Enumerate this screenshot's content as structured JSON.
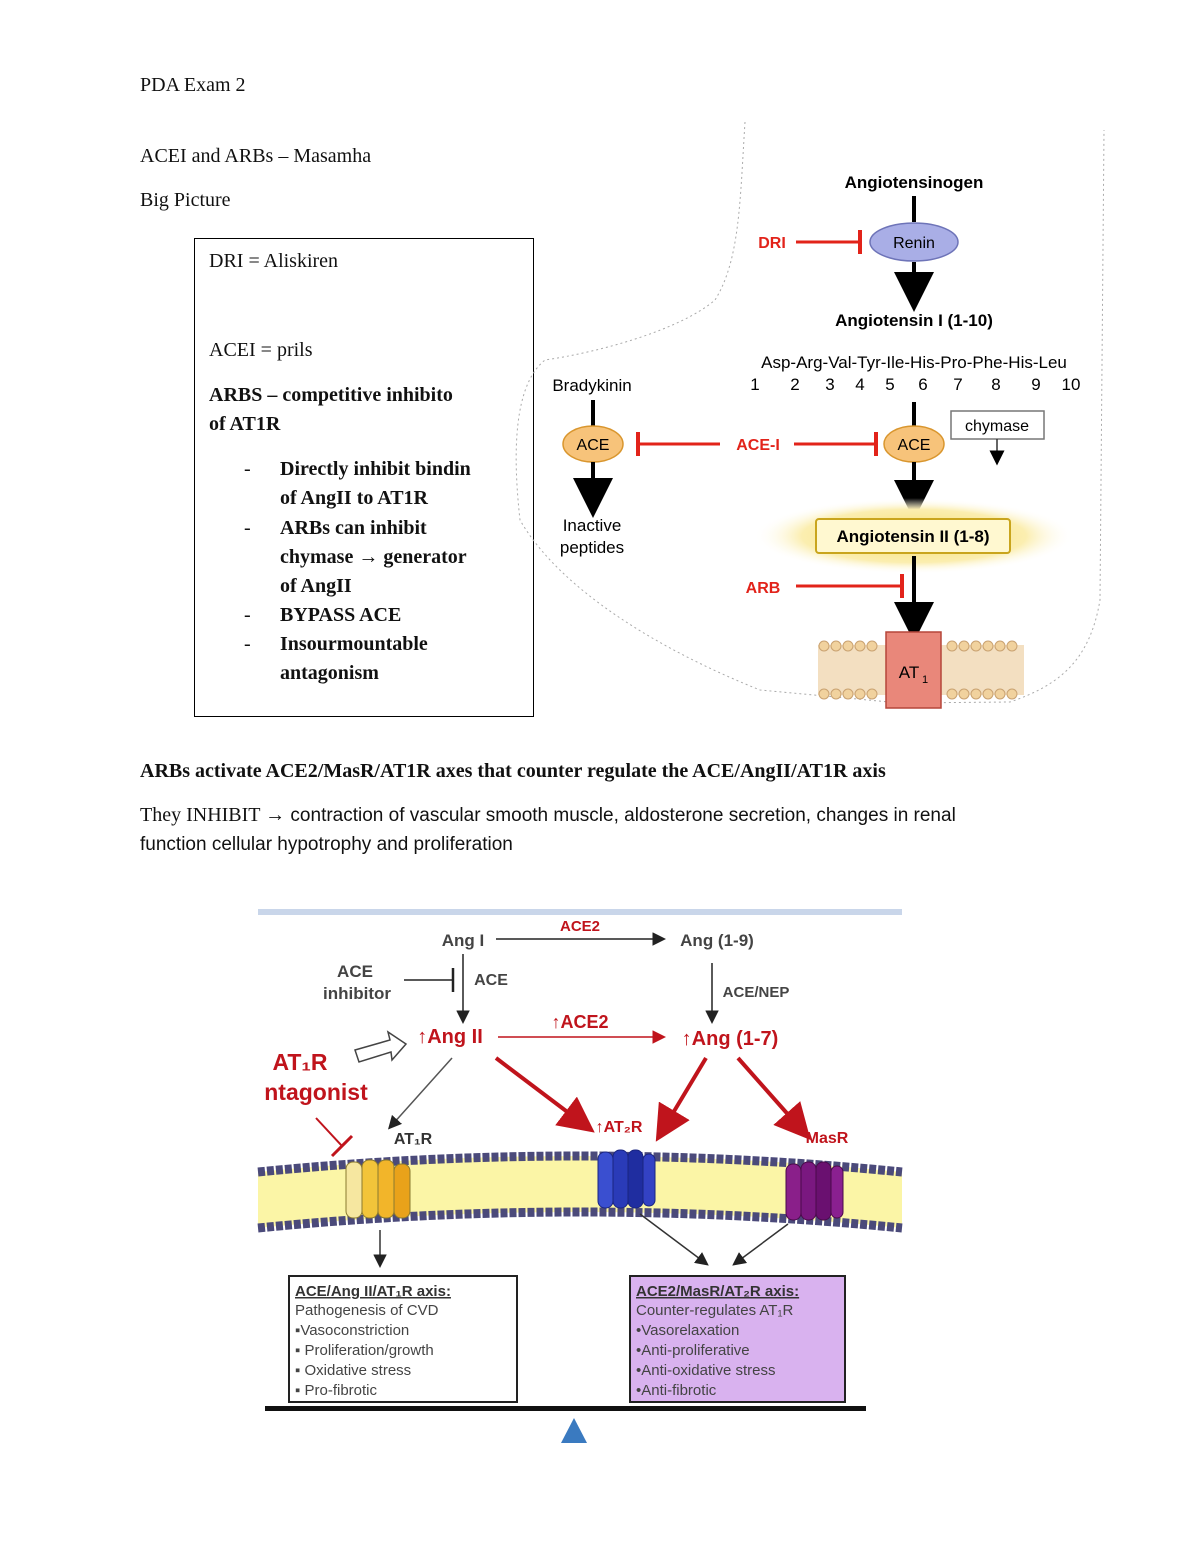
{
  "header": {
    "title": "PDA Exam 2",
    "topic": "ACEI and ARBs – Masamha",
    "section": "Big Picture"
  },
  "notes_box": {
    "dri": "DRI = Aliskiren",
    "acei": "ACEI = prils",
    "arbs_line1": "ARBS – competitive inhibito",
    "arbs_line2": "of AT1R",
    "bullets": [
      {
        "l1": "Directly inhibit bindin",
        "l2": "of AngII to AT1R"
      },
      {
        "l1": "ARBs can inhibit",
        "l2": "chymase → generator",
        "l3": "of AngII"
      },
      {
        "l1": "BYPASS ACE"
      },
      {
        "l1": "Insourmountable",
        "l2": "antagonism"
      }
    ],
    "dash": "-"
  },
  "diagram1": {
    "angiotensinogen": "Angiotensinogen",
    "renin": "Renin",
    "dri": "DRI",
    "angiotensin1": "Angiotensin I (1-10)",
    "sequence": "Asp-Arg-Val-Tyr-Ile-His-Pro-Phe-His-Leu",
    "positions": [
      "1",
      "2",
      "3",
      "4",
      "5",
      "6",
      "7",
      "8",
      "9",
      "10"
    ],
    "chymase": "chymase",
    "bradykinin": "Bradykinin",
    "ace": "ACE",
    "ace_i": "ACE-I",
    "inactive1": "Inactive",
    "inactive2": "peptides",
    "angiotensin2": "Angiotensin II (1-8)",
    "arb": "ARB",
    "at1": "AT",
    "at1_sub": "1"
  },
  "statement": "ARBs activate ACE2/MasR/AT1R axes that counter regulate the ACE/AngII/AT1R axis",
  "inhibit_prefix": "They INHIBIT →",
  "inhibit_rest": " contraction of vascular smooth muscle, aldosterone secretion, changes in renal",
  "inhibit_line2": "function cellular hypotrophy and proliferation",
  "diagram2": {
    "ang1": "Ang I",
    "ace2_top": "ACE2",
    "ang19": "Ang (1-9)",
    "ace_inhibitor1": "ACE",
    "ace_inhibitor2": "inhibitor",
    "ace": "ACE",
    "ace_nep": "ACE/NEP",
    "ang2": "↑Ang II",
    "ace2_mid": "↑ACE2",
    "ang17": "↑Ang (1-7)",
    "at1r_ant1": "AT₁R",
    "at1r_ant2": "ntagonist",
    "at1r": "AT₁R",
    "at2r": "↑AT₂R",
    "masr": "MasR",
    "left_box": {
      "title": "ACE/Ang II/AT₁R axis:",
      "items": [
        "Pathogenesis of CVD",
        "▪Vasoconstriction",
        "▪ Proliferation/growth",
        "▪ Oxidative stress",
        "▪ Pro-fibrotic"
      ]
    },
    "right_box": {
      "title": "ACE2/MasR/AT₂R axis:",
      "items": [
        "Counter-regulates AT₁R",
        "•Vasorelaxation",
        "•Anti-proliferative",
        "•Anti-oxidative stress",
        "•Anti-fibrotic"
      ]
    }
  },
  "colors": {
    "red": "#e2231a",
    "dark_red": "#c0141c",
    "ace_fill": "#f7c37a",
    "renin_fill": "#a9aee6",
    "at1_fill": "#e9877a",
    "purple_box": "#d9b2ef",
    "blue_triangle": "#3a7ac0"
  }
}
